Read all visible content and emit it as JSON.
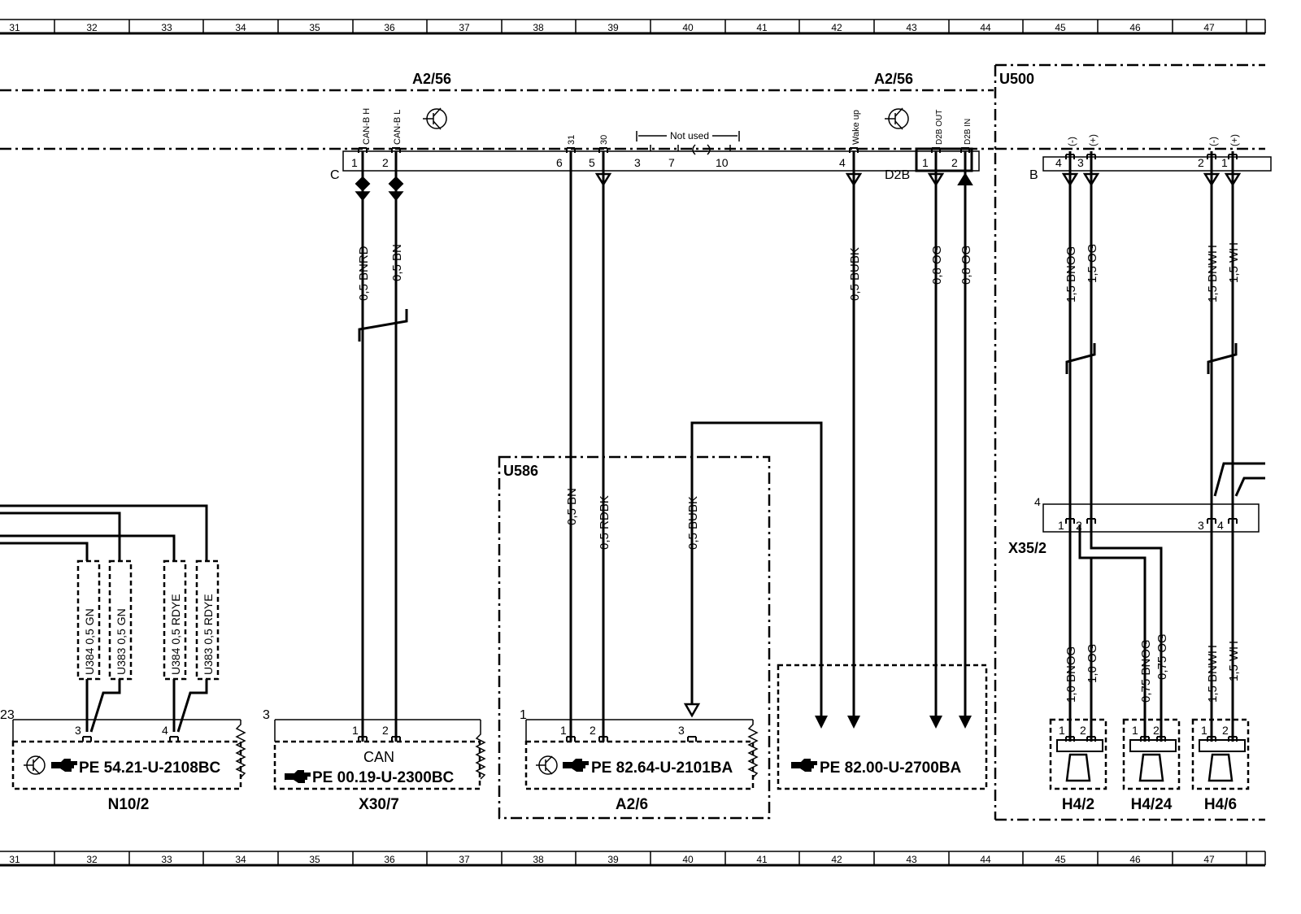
{
  "grid_numbers": [
    "31",
    "32",
    "33",
    "34",
    "35",
    "36",
    "37",
    "38",
    "39",
    "40",
    "41",
    "42",
    "43",
    "44",
    "45",
    "46",
    "47"
  ],
  "headers": {
    "a2_56_left": "A2/56",
    "a2_56_right": "A2/56",
    "u500": "U500",
    "u586": "U586"
  },
  "connector_labels": {
    "c": "C",
    "d2b": "D2B",
    "b": "B",
    "x35_2": "X35/2",
    "x35_2_pin": "4"
  },
  "top_pins": {
    "can_bh": "CAN-B H",
    "can_bl": "CAN-B L",
    "p31": "31",
    "p30": "30",
    "not_used": "Not used",
    "wake_up": "Wake up",
    "d2b_out": "D2B OUT",
    "d2b_in": "D2B IN",
    "minus": "(-)",
    "plus": "(+)",
    "n1": "1",
    "n2": "2",
    "n3": "3",
    "n4": "4",
    "n5": "5",
    "n6": "6",
    "n7": "7",
    "n10": "10"
  },
  "wires": {
    "bnrd": "0,5 BNRD",
    "bn_top": "0,5 BN",
    "bubk_top": "0,5 BUBK",
    "og1": "0,8 OG",
    "og2": "0,8 OG",
    "bnog15": "1,5 BNOG",
    "og15": "1,5 OG",
    "bnwh15": "1,5 BNWH",
    "wh15": "1,5 WH",
    "bn_mid": "0,5 BN",
    "rdbk": "0,5 RDBK",
    "bubk_mid": "0,5 BUBK",
    "bnog10": "1,0 BNOG",
    "og10": "1,0 OG",
    "bnog075": "0,75 BNOG",
    "og075": "0,75 OG",
    "bnwh_low": "1,5 BNWH",
    "wh_low": "1,5 WH",
    "u384_gn": "U384 0,5 GN",
    "u383_gn": "U383 0,5 GN",
    "u384_rdye": "U384 0,5 RDYE",
    "u383_rdye": "U383 0,5 RDYE"
  },
  "components": {
    "n10_2": {
      "ref": "PE  54.21-U-2108BC",
      "label": "N10/2",
      "num": "23"
    },
    "x30_7": {
      "ref": "PE  00.19-U-2300BC",
      "label": "X30/7",
      "can": "CAN",
      "num": "3"
    },
    "a2_6": {
      "ref": "PE  82.64-U-2101BA",
      "label": "A2/6",
      "num": "1"
    },
    "pe82": {
      "ref": "PE  82.00-U-2700BA"
    },
    "speakers": [
      "H4/2",
      "H4/24",
      "H4/6"
    ]
  },
  "icons": [
    "transistor-icon",
    "hand-pointer-icon",
    "speaker-icon",
    "ground-icon"
  ],
  "colors": {
    "line": "#000000",
    "background": "#ffffff"
  }
}
